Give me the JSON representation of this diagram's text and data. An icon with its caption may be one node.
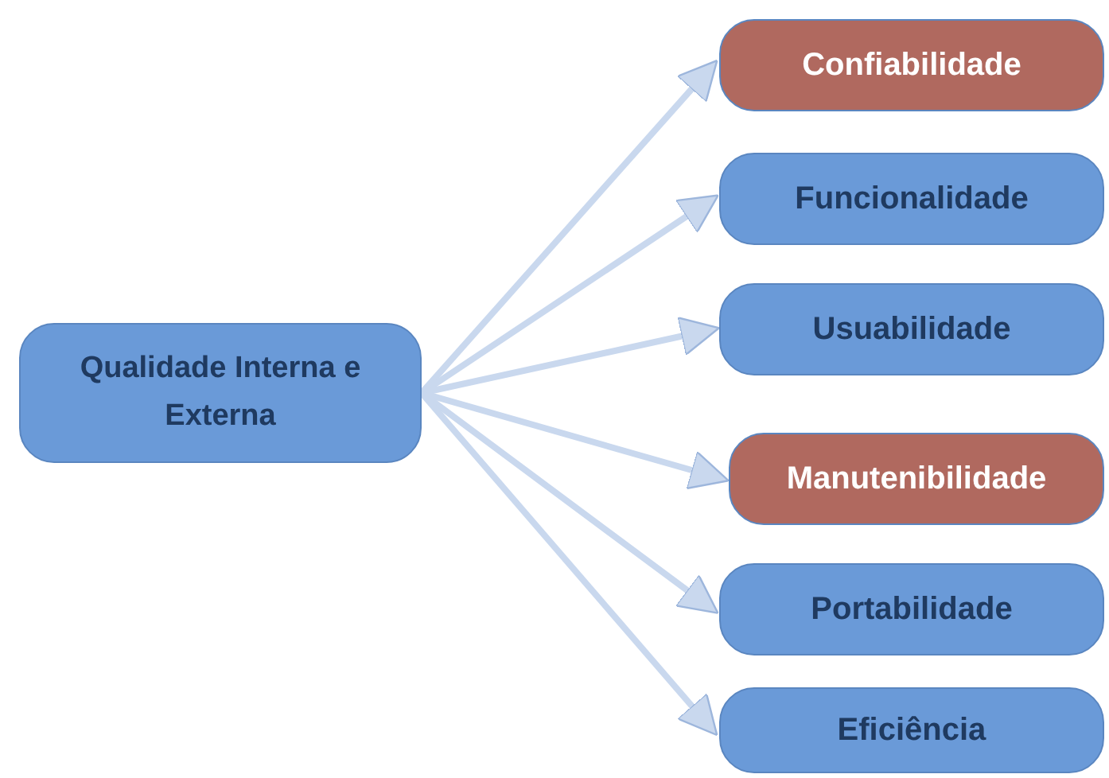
{
  "diagram": {
    "nodes": [
      {
        "text": [
          "Qualidade Interna e Externa"
        ]
      },
      {
        "text": [
          "Confiabilidade"
        ]
      },
      {
        "text": [
          "Funcionalidade"
        ]
      },
      {
        "text": [
          "Usuabilidade"
        ]
      },
      {
        "text": [
          "Manutenibilidade"
        ]
      },
      {
        "text": [
          "Portabilidade"
        ]
      },
      {
        "text": [
          "Eficiência"
        ]
      }
    ],
    "edges": [
      {
        "from": 0,
        "to": 1,
        "arrow": "to"
      },
      {
        "from": 0,
        "to": 2,
        "arrow": "to"
      },
      {
        "from": 0,
        "to": 3,
        "arrow": "to"
      },
      {
        "from": 0,
        "to": 4,
        "arrow": "to"
      },
      {
        "from": 0,
        "to": 5,
        "arrow": "to"
      },
      {
        "from": 0,
        "to": 6,
        "arrow": "to"
      }
    ]
  }
}
